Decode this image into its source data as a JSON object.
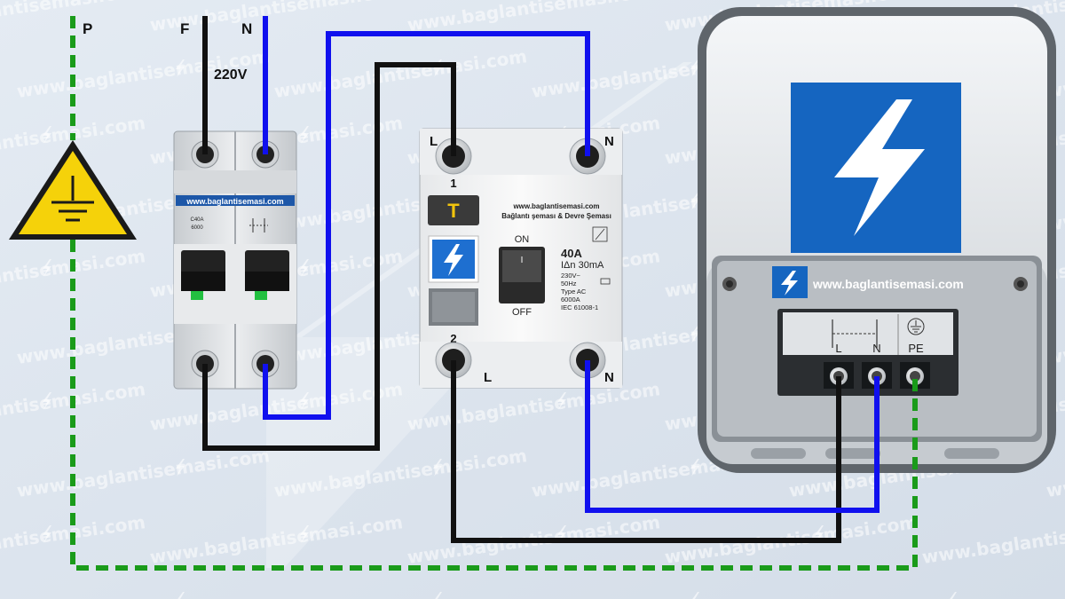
{
  "labels": {
    "p": "P",
    "f": "F",
    "n": "N",
    "voltage": "220V"
  },
  "watermark": "www.baglantisemasi.com",
  "mcb": {
    "brand_strip": "www.baglantisemasi.com",
    "print_rating": "C40A",
    "print_cap": "6000"
  },
  "rcd": {
    "terminal_top_left": "L",
    "terminal_top_right": "N",
    "terminal_bottom_left": "L",
    "terminal_bottom_right": "N",
    "pole_top": "1",
    "pole_bottom": "2",
    "test_button": "T",
    "header_line1": "www.baglantisemasi.com",
    "header_line2": "Bağlantı şeması & Devre Şeması",
    "on": "ON",
    "off": "OFF",
    "switch_mark": "I",
    "rating": "40A",
    "sensitivity": "IΔn 30mA",
    "spec1": "230V~",
    "spec2": "50Hz",
    "spec3": "Type AC",
    "spec4": "6000A",
    "spec5": "IEC 61008-1"
  },
  "charger": {
    "url": "www.baglantisemasi.com",
    "term_l": "L",
    "term_n": "N",
    "term_pe": "PE"
  },
  "colors": {
    "phase": "#111111",
    "neutral": "#1010ee",
    "earth": "#1a9b1a",
    "brand_blue": "#1565c0",
    "warning_yellow": "#f5d20a"
  },
  "icons": [
    "earth-warning-icon",
    "lightning-bolt-icon",
    "earth-symbol-icon",
    "switch-symbol-icon"
  ]
}
